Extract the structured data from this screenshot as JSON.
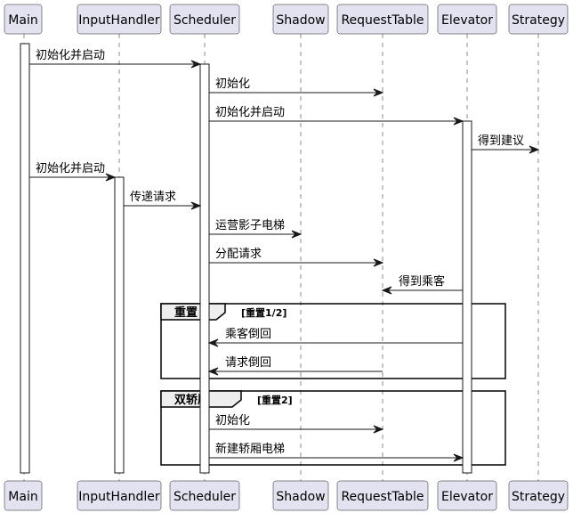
{
  "participants": [
    "Main",
    "InputHandler",
    "Scheduler",
    "Shadow",
    "RequestTable",
    "Elevator",
    "Strategy"
  ],
  "messages": [
    {
      "from": "Main",
      "to": "Scheduler",
      "label": "初始化并启动"
    },
    {
      "from": "Scheduler",
      "to": "RequestTable",
      "label": "初始化"
    },
    {
      "from": "Scheduler",
      "to": "Elevator",
      "label": "初始化并启动"
    },
    {
      "from": "Elevator",
      "to": "Strategy",
      "label": "得到建议"
    },
    {
      "from": "Main",
      "to": "InputHandler",
      "label": "初始化并启动"
    },
    {
      "from": "InputHandler",
      "to": "Scheduler",
      "label": "传递请求"
    },
    {
      "from": "Scheduler",
      "to": "Shadow",
      "label": "运营影子电梯"
    },
    {
      "from": "Scheduler",
      "to": "RequestTable",
      "label": "分配请求"
    },
    {
      "from": "Elevator",
      "to": "RequestTable",
      "label": "得到乘客"
    },
    {
      "from": "Elevator",
      "to": "Scheduler",
      "label": "乘客倒回"
    },
    {
      "from": "RequestTable",
      "to": "Scheduler",
      "label": "请求倒回"
    },
    {
      "from": "Scheduler",
      "to": "RequestTable",
      "label": "初始化"
    },
    {
      "from": "Scheduler",
      "to": "Elevator",
      "label": "新建轿厢电梯"
    }
  ],
  "fragments": [
    {
      "keyword": "重置",
      "guard": "[重置1/2]"
    },
    {
      "keyword": "双轿厢",
      "guard": "[重置2]"
    }
  ]
}
